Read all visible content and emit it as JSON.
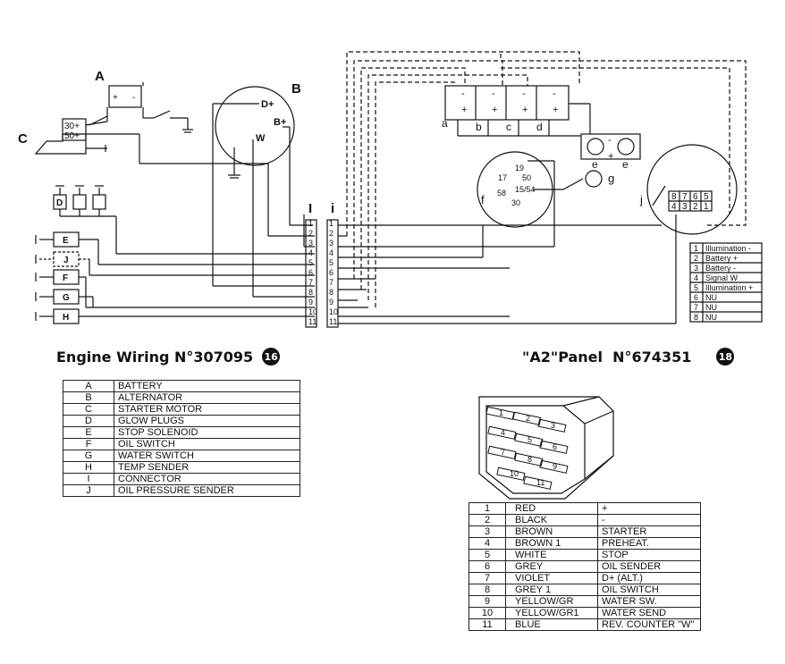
{
  "diagram": {
    "labels": {
      "A": "A",
      "B": "B",
      "C": "C",
      "D": "D",
      "E": "E",
      "F": "F",
      "G": "G",
      "H": "H",
      "J": "J",
      "I_upper": "I",
      "i_lower": "i",
      "a": "a",
      "b": "b",
      "c": "c",
      "d": "d",
      "e": "e",
      "f": "f",
      "g": "g",
      "j": "j",
      "term_30": "30+",
      "term_50": "50+",
      "term_dplus": "D+",
      "term_bplus": "B+",
      "term_w": "W",
      "plus": "+",
      "minus": "-",
      "sw_19": "19",
      "sw_17": "17",
      "sw_50": "50",
      "sw_58": "58",
      "sw_1554": "15/54",
      "sw_30": "30"
    },
    "connector_pins": [
      "1",
      "2",
      "3",
      "4",
      "5",
      "6",
      "7",
      "8",
      "9",
      "10",
      "11"
    ],
    "gauge_grid_top": [
      "8",
      "7",
      "6",
      "5"
    ],
    "gauge_grid_bottom": [
      "4",
      "3",
      "2",
      "1"
    ],
    "gauge_pins": [
      {
        "n": "1",
        "label": "Illumination -"
      },
      {
        "n": "2",
        "label": "Battery +"
      },
      {
        "n": "3",
        "label": "Battery -"
      },
      {
        "n": "4",
        "label": "Signal W"
      },
      {
        "n": "5",
        "label": "Illumination +"
      },
      {
        "n": "6",
        "label": "NU"
      },
      {
        "n": "7",
        "label": "NU"
      },
      {
        "n": "8",
        "label": "NU"
      }
    ],
    "plug_pins": [
      "1",
      "2",
      "3",
      "4",
      "5",
      "6",
      "7",
      "8",
      "9",
      "10",
      "11"
    ]
  },
  "engine": {
    "title": "Engine Wiring N°307095",
    "badge": "16",
    "legend": [
      {
        "key": "A",
        "desc": "BATTERY"
      },
      {
        "key": "B",
        "desc": "ALTERNATOR"
      },
      {
        "key": "C",
        "desc": "STARTER MOTOR"
      },
      {
        "key": "D",
        "desc": "GLOW PLUGS"
      },
      {
        "key": "E",
        "desc": "STOP SOLENOID"
      },
      {
        "key": "F",
        "desc": "OIL SWITCH"
      },
      {
        "key": "G",
        "desc": "WATER SWITCH"
      },
      {
        "key": "H",
        "desc": "TEMP SENDER"
      },
      {
        "key": "I",
        "desc": "CONNECTOR"
      },
      {
        "key": "J",
        "desc": "OIL PRESSURE SENDER"
      }
    ]
  },
  "panel": {
    "title": "\"A2\"Panel  N°674351",
    "badge": "18",
    "legend": [
      {
        "n": "1",
        "color": "RED",
        "func": "+"
      },
      {
        "n": "2",
        "color": "BLACK",
        "func": "-"
      },
      {
        "n": "3",
        "color": "BROWN",
        "func": "STARTER"
      },
      {
        "n": "4",
        "color": "BROWN 1",
        "func": "PREHEAT."
      },
      {
        "n": "5",
        "color": "WHITE",
        "func": "STOP"
      },
      {
        "n": "6",
        "color": "GREY",
        "func": "OIL SENDER"
      },
      {
        "n": "7",
        "color": "VIOLET",
        "func": "D+ (ALT.)"
      },
      {
        "n": "8",
        "color": "GREY 1",
        "func": "OIL SWITCH"
      },
      {
        "n": "9",
        "color": "YELLOW/GR",
        "func": "WATER SW."
      },
      {
        "n": "10",
        "color": "YELLOW/GR1",
        "func": "WATER SEND"
      },
      {
        "n": "11",
        "color": "BLUE",
        "func": "REV. COUNTER \"W\""
      }
    ]
  }
}
